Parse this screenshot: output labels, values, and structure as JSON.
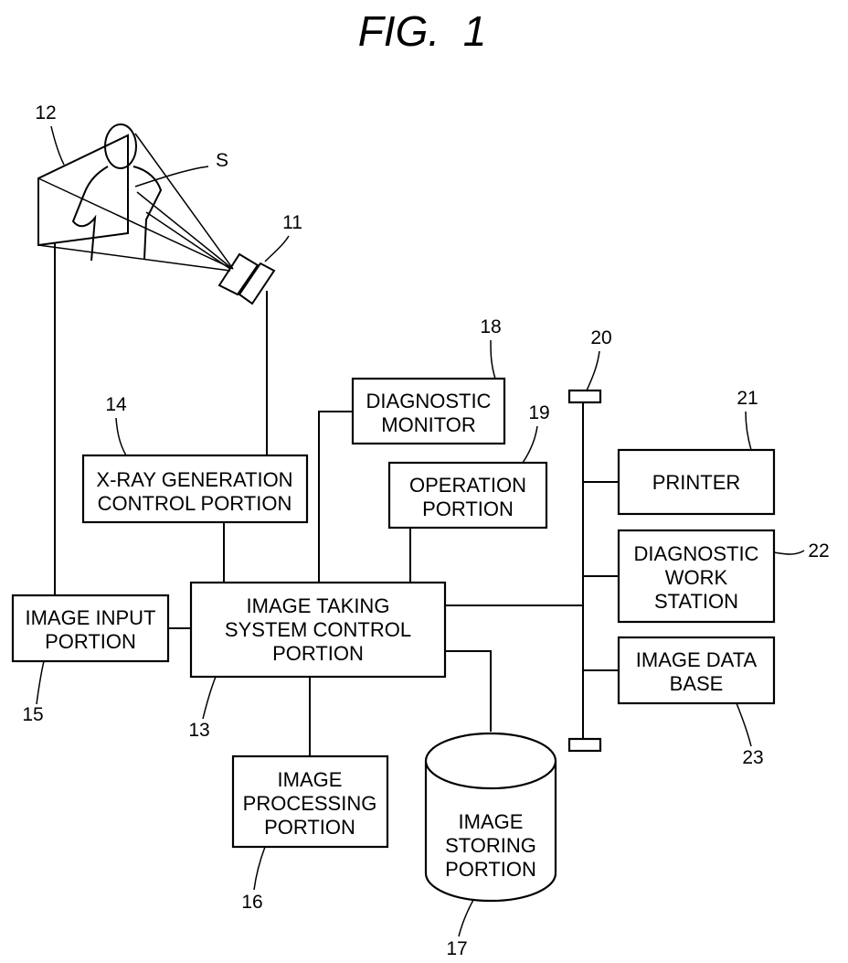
{
  "title": "FIG.  1",
  "subject_label": "S",
  "boxes": {
    "image_input": [
      "IMAGE INPUT",
      "PORTION"
    ],
    "xray_generation": [
      "X-RAY GENERATION",
      "CONTROL PORTION"
    ],
    "diagnostic_monitor": [
      "DIAGNOSTIC",
      "MONITOR"
    ],
    "operation": [
      "OPERATION",
      "PORTION"
    ],
    "image_taking": [
      "IMAGE TAKING",
      "SYSTEM CONTROL",
      "PORTION"
    ],
    "image_processing": [
      "IMAGE",
      "PROCESSING",
      "PORTION"
    ],
    "image_storing": [
      "IMAGE",
      "STORING",
      "PORTION"
    ],
    "printer": [
      "PRINTER"
    ],
    "diagnostic_work_station": [
      "DIAGNOSTIC",
      "WORK",
      "STATION"
    ],
    "image_data_base": [
      "IMAGE DATA",
      "BASE"
    ]
  },
  "refs": {
    "r11": "11",
    "r12": "12",
    "r13": "13",
    "r14": "14",
    "r15": "15",
    "r16": "16",
    "r17": "17",
    "r18": "18",
    "r19": "19",
    "r20": "20",
    "r21": "21",
    "r22": "22",
    "r23": "23"
  }
}
